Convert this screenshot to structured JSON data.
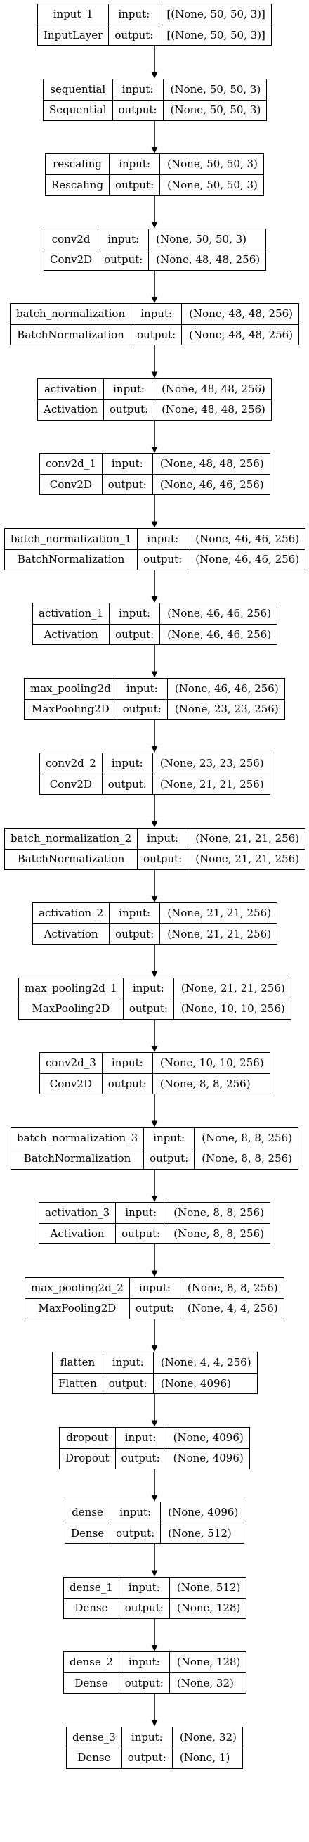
{
  "layers": [
    {
      "name": "input_1",
      "type": "InputLayer",
      "input": "[(None, 50, 50, 3)]",
      "output": "[(None, 50, 50, 3)]"
    },
    {
      "name": "sequential",
      "type": "Sequential",
      "input": "(None, 50, 50, 3)",
      "output": "(None, 50, 50, 3)"
    },
    {
      "name": "rescaling",
      "type": "Rescaling",
      "input": "(None, 50, 50, 3)",
      "output": "(None, 50, 50, 3)"
    },
    {
      "name": "conv2d",
      "type": "Conv2D",
      "input": "(None, 50, 50, 3)",
      "output": "(None, 48, 48, 256)"
    },
    {
      "name": "batch_normalization",
      "type": "BatchNormalization",
      "input": "(None, 48, 48, 256)",
      "output": "(None, 48, 48, 256)"
    },
    {
      "name": "activation",
      "type": "Activation",
      "input": "(None, 48, 48, 256)",
      "output": "(None, 48, 48, 256)"
    },
    {
      "name": "conv2d_1",
      "type": "Conv2D",
      "input": "(None, 48, 48, 256)",
      "output": "(None, 46, 46, 256)"
    },
    {
      "name": "batch_normalization_1",
      "type": "BatchNormalization",
      "input": "(None, 46, 46, 256)",
      "output": "(None, 46, 46, 256)"
    },
    {
      "name": "activation_1",
      "type": "Activation",
      "input": "(None, 46, 46, 256)",
      "output": "(None, 46, 46, 256)"
    },
    {
      "name": "max_pooling2d",
      "type": "MaxPooling2D",
      "input": "(None, 46, 46, 256)",
      "output": "(None, 23, 23, 256)"
    },
    {
      "name": "conv2d_2",
      "type": "Conv2D",
      "input": "(None, 23, 23, 256)",
      "output": "(None, 21, 21, 256)"
    },
    {
      "name": "batch_normalization_2",
      "type": "BatchNormalization",
      "input": "(None, 21, 21, 256)",
      "output": "(None, 21, 21, 256)"
    },
    {
      "name": "activation_2",
      "type": "Activation",
      "input": "(None, 21, 21, 256)",
      "output": "(None, 21, 21, 256)"
    },
    {
      "name": "max_pooling2d_1",
      "type": "MaxPooling2D",
      "input": "(None, 21, 21, 256)",
      "output": "(None, 10, 10, 256)"
    },
    {
      "name": "conv2d_3",
      "type": "Conv2D",
      "input": "(None, 10, 10, 256)",
      "output": "(None, 8, 8, 256)"
    },
    {
      "name": "batch_normalization_3",
      "type": "BatchNormalization",
      "input": "(None, 8, 8, 256)",
      "output": "(None, 8, 8, 256)"
    },
    {
      "name": "activation_3",
      "type": "Activation",
      "input": "(None, 8, 8, 256)",
      "output": "(None, 8, 8, 256)"
    },
    {
      "name": "max_pooling2d_2",
      "type": "MaxPooling2D",
      "input": "(None, 8, 8, 256)",
      "output": "(None, 4, 4, 256)"
    },
    {
      "name": "flatten",
      "type": "Flatten",
      "input": "(None, 4, 4, 256)",
      "output": "(None, 4096)"
    },
    {
      "name": "dropout",
      "type": "Dropout",
      "input": "(None, 4096)",
      "output": "(None, 4096)"
    },
    {
      "name": "dense",
      "type": "Dense",
      "input": "(None, 4096)",
      "output": "(None, 512)"
    },
    {
      "name": "dense_1",
      "type": "Dense",
      "input": "(None, 512)",
      "output": "(None, 128)"
    },
    {
      "name": "dense_2",
      "type": "Dense",
      "input": "(None, 128)",
      "output": "(None, 32)"
    },
    {
      "name": "dense_3",
      "type": "Dense",
      "input": "(None, 32)",
      "output": "(None, 1)"
    }
  ],
  "labels": {
    "input": "input:",
    "output": "output:"
  },
  "colors": {
    "stroke": "#000000",
    "background": "#ffffff"
  }
}
